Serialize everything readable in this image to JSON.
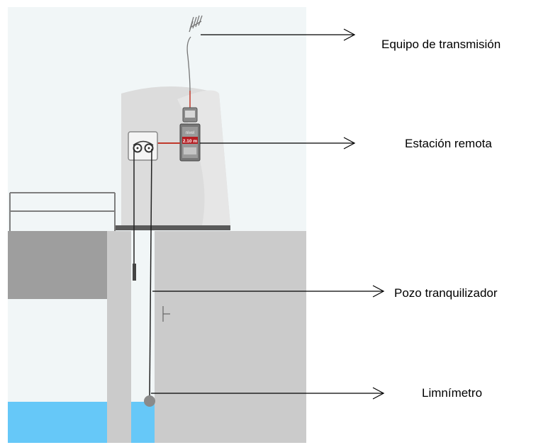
{
  "labels": {
    "transmission": "Equipo de transmisión",
    "remote_station": "Estación remota",
    "stilling_well": "Pozo tranquilizador",
    "limnimeter": "Limnímetro"
  },
  "display": {
    "title": "nivel",
    "value": "2.10 m"
  },
  "colors": {
    "sky": "#f1f6f7",
    "water": "#66c8f8",
    "concrete": "#cbcbcb",
    "dark_wall": "#9e9e9e",
    "signal_red": "#c0392b",
    "platform": "#5a5a5a"
  }
}
